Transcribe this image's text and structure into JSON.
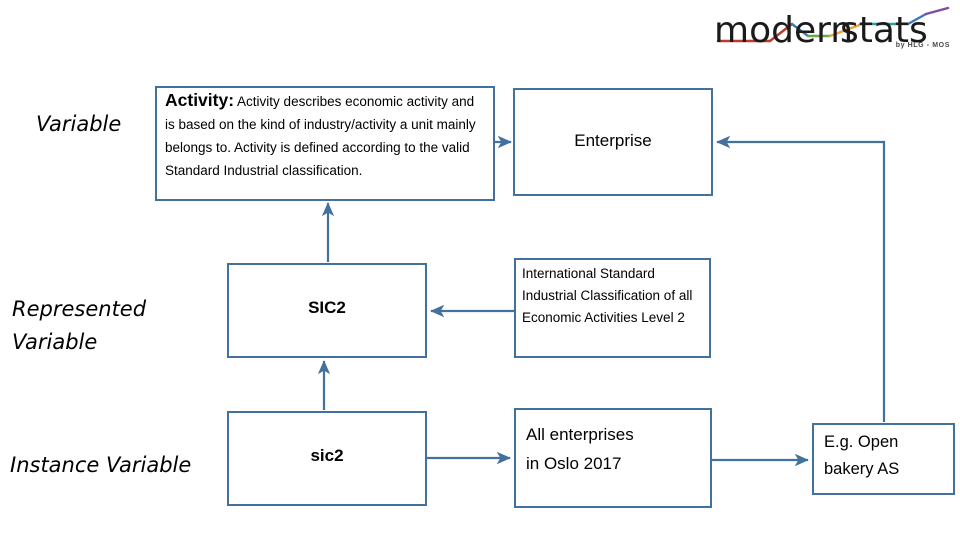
{
  "logo": {
    "wordmark": "modernstats",
    "subtitle": "by HLG - MOS",
    "colors": {
      "red": "#C0392B",
      "orange": "#E8A33D",
      "green": "#6AA84F",
      "teal": "#2E9E9E",
      "blue": "#3C78B4",
      "purple": "#7E4E9E",
      "black": "#1A1A1A"
    }
  },
  "accent": {
    "box_border": "#41719C",
    "connector": "#41719C"
  },
  "row_labels": [
    {
      "name": "variable",
      "text": "Variable"
    },
    {
      "name": "represented-variable",
      "text": "Represented\nVariable"
    },
    {
      "name": "instance-variable",
      "text": "Instance Variable"
    }
  ],
  "boxes": {
    "activity": {
      "lead": "Activity:",
      "body": " Activity describes economic activity and is based on the kind of industry/activity a unit mainly belongs to. Activity is defined according to the valid Standard Industrial classification."
    },
    "enterprise": {
      "text": "Enterprise"
    },
    "sic2": {
      "text": "SIC2"
    },
    "isic": {
      "text": "International Standard Industrial Classification of all Economic Activities Level 2"
    },
    "sic2_lower": {
      "text": "sic2"
    },
    "all_enterprises": {
      "line1": "All enterprises",
      "line2": "in Oslo 2017"
    },
    "bakery": {
      "line1": "E.g. Open",
      "line2": "bakery AS"
    }
  },
  "connectors": [
    {
      "name": "activity-to-enterprise",
      "from": "activity",
      "to": "enterprise",
      "direction": "right"
    },
    {
      "name": "sic2-to-activity",
      "from": "sic2",
      "to": "activity",
      "direction": "up"
    },
    {
      "name": "isic-to-sic2",
      "from": "isic",
      "to": "sic2",
      "direction": "left"
    },
    {
      "name": "sic2lower-to-sic2",
      "from": "sic2_lower",
      "to": "sic2",
      "direction": "up"
    },
    {
      "name": "sic2lower-to-all-enterprises",
      "from": "sic2_lower",
      "to": "all_enterprises",
      "direction": "right"
    },
    {
      "name": "all-enterprises-to-bakery",
      "from": "all_enterprises",
      "to": "bakery",
      "direction": "right"
    },
    {
      "name": "bakery-to-enterprise",
      "from": "bakery",
      "to": "enterprise",
      "direction": "elbow-left"
    }
  ]
}
